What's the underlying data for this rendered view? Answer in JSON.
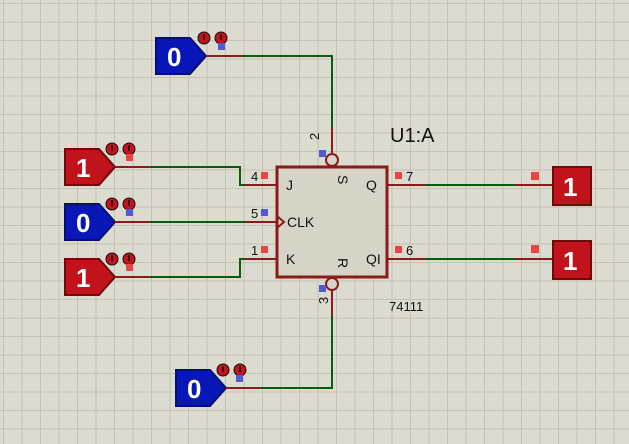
{
  "component": {
    "reference": "U1:A",
    "part": "74111",
    "pins": {
      "J": {
        "name": "J",
        "number": "4"
      },
      "CLK": {
        "name": "CLK",
        "number": "5"
      },
      "K": {
        "name": "K",
        "number": "1"
      },
      "S": {
        "name": "S",
        "number": "2"
      },
      "R": {
        "name": "R",
        "number": "3"
      },
      "Q": {
        "name": "Q",
        "number": "7"
      },
      "QI": {
        "name": "QI",
        "number": "6"
      }
    }
  },
  "inputs": {
    "set": "0",
    "j": "1",
    "clk": "0",
    "k": "1",
    "reset": "0"
  },
  "outputs": {
    "q": "1",
    "qi": "1"
  },
  "colors": {
    "logic_high": "#c0131b",
    "logic_low": "#0a17b8",
    "wire": "#0c5a0c",
    "pin": "#8b1a1a",
    "body_fill": "#d6d4c6",
    "body_stroke": "#8b1a1a"
  }
}
